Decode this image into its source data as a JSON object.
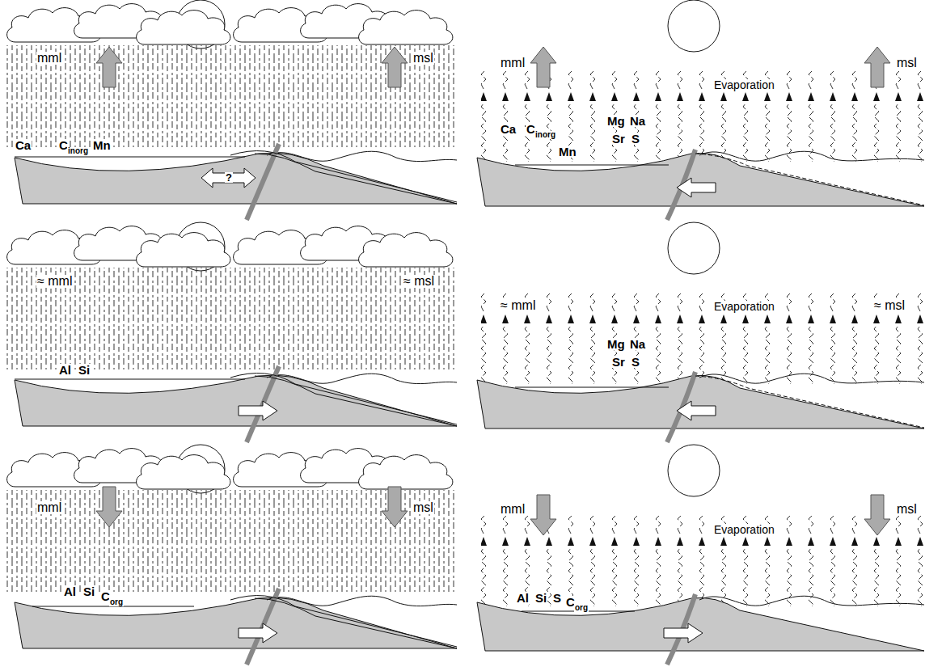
{
  "diagram": {
    "labels": [
      "mml",
      "msl",
      "Ca",
      "C",
      "inorg",
      "Mn",
      "?",
      "mml",
      "Evaporation",
      "msl",
      "Ca",
      "C",
      "inorg",
      "Mg",
      "Na",
      "Sr",
      "S",
      "Mn",
      "≈ mml",
      "≈ msl",
      "Al",
      "Si",
      "≈ mml",
      "Evaporation",
      "≈ msl",
      "Mg",
      "Na",
      "Sr",
      "S",
      "mml",
      "msl",
      "Al",
      "Si",
      "C",
      "org",
      "mml",
      "Evaporation",
      "msl",
      "Al",
      "Si",
      "S",
      "C",
      "org"
    ]
  }
}
